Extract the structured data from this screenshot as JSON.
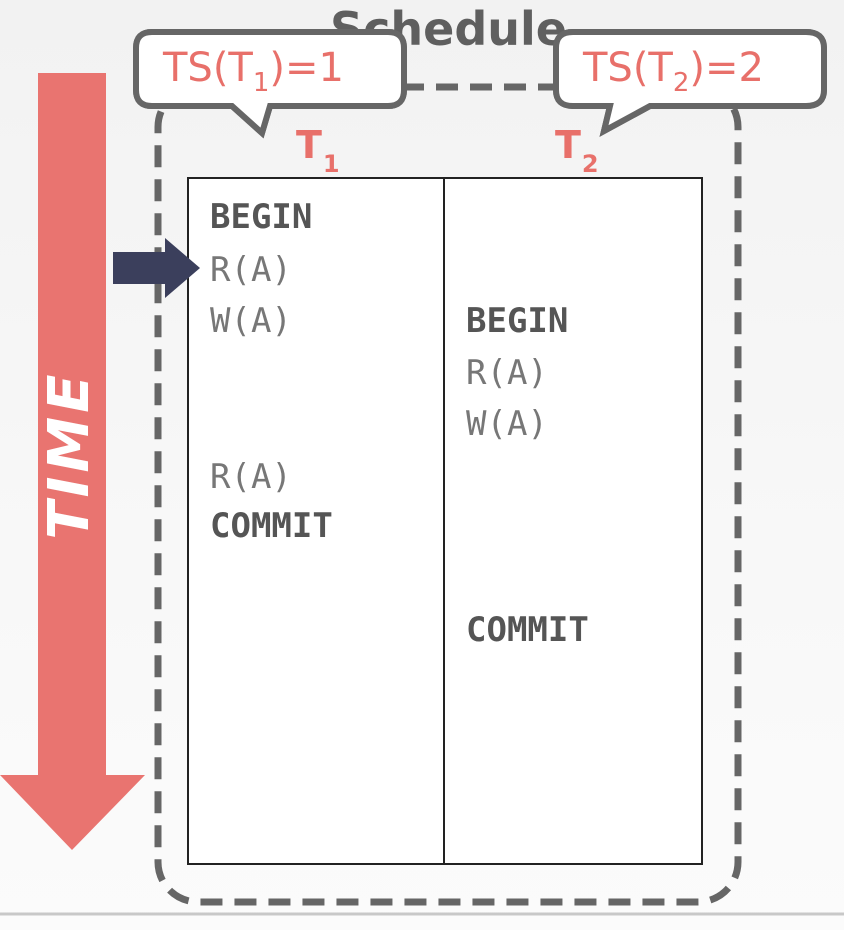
{
  "diagram": {
    "title": "Schedule",
    "time_label": "TIME",
    "transactions": [
      {
        "id": "T1",
        "header": {
          "sym": "T",
          "sub": "1"
        },
        "timestamp": {
          "prefix": "TS(T",
          "sub": "1",
          "suffix": ")=1"
        },
        "ops": [
          "BEGIN",
          "R(A)",
          "W(A)",
          "R(A)",
          "COMMIT"
        ]
      },
      {
        "id": "T2",
        "header": {
          "sym": "T",
          "sub": "2"
        },
        "timestamp": {
          "prefix": "TS(T",
          "sub": "2",
          "suffix": ")=2"
        },
        "ops": [
          "BEGIN",
          "R(A)",
          "W(A)",
          "COMMIT"
        ]
      }
    ],
    "current_step_pointer": "R(A)",
    "colors": {
      "time_arrow": "#e97470",
      "pointer_arrow": "#3b3f5c",
      "dashed_border": "#666666",
      "accent_text": "#e8706a"
    }
  }
}
